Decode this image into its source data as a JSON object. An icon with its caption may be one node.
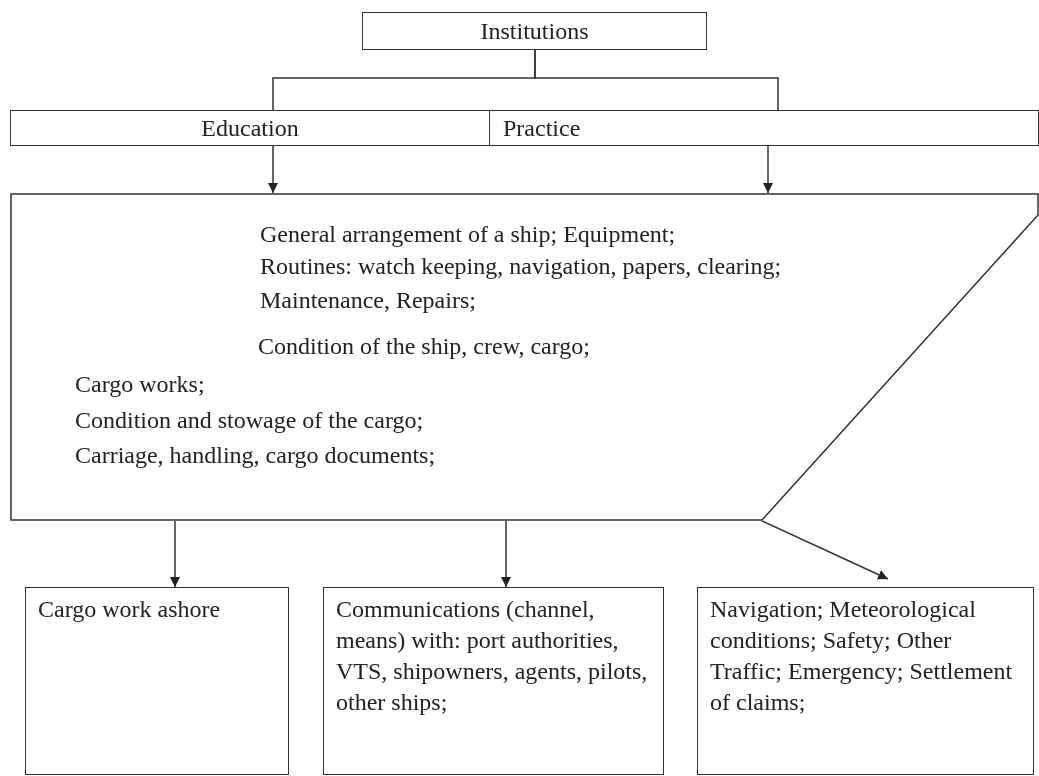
{
  "diagram": {
    "nodes": [
      {
        "text": [
          "Institutions"
        ]
      },
      {
        "text": [
          "Education"
        ]
      },
      {
        "text": [
          "Practice"
        ]
      },
      {
        "text": [
          "General arrangement of a ship; Equipment;",
          "Routines: watch keeping, navigation, papers, clearing;",
          "Maintenance, Repairs;",
          "Condition of the ship, crew, cargo;",
          "Cargo works;",
          "Condition and stowage of the cargo;",
          "Carriage, handling, cargo documents;"
        ]
      },
      {
        "text": [
          "Cargo work ashore"
        ]
      },
      {
        "text": [
          "Communications (channel, means) with: port authorities, VTS, shipowners, agents, pilots, other ships;"
        ]
      },
      {
        "text": [
          "Navigation; Meteorological conditions; Safety; Other Traffic; Emergency; Settlement of claims;"
        ]
      }
    ],
    "edges": [
      {
        "from": 0,
        "to": 1,
        "arrow": "none"
      },
      {
        "from": 0,
        "to": 2,
        "arrow": "none"
      },
      {
        "from": 1,
        "to": 3,
        "arrow": "to"
      },
      {
        "from": 2,
        "to": 3,
        "arrow": "to"
      },
      {
        "from": 3,
        "to": 4,
        "arrow": "to"
      },
      {
        "from": 3,
        "to": 5,
        "arrow": "to"
      },
      {
        "from": 3,
        "to": 6,
        "arrow": "to"
      }
    ]
  }
}
